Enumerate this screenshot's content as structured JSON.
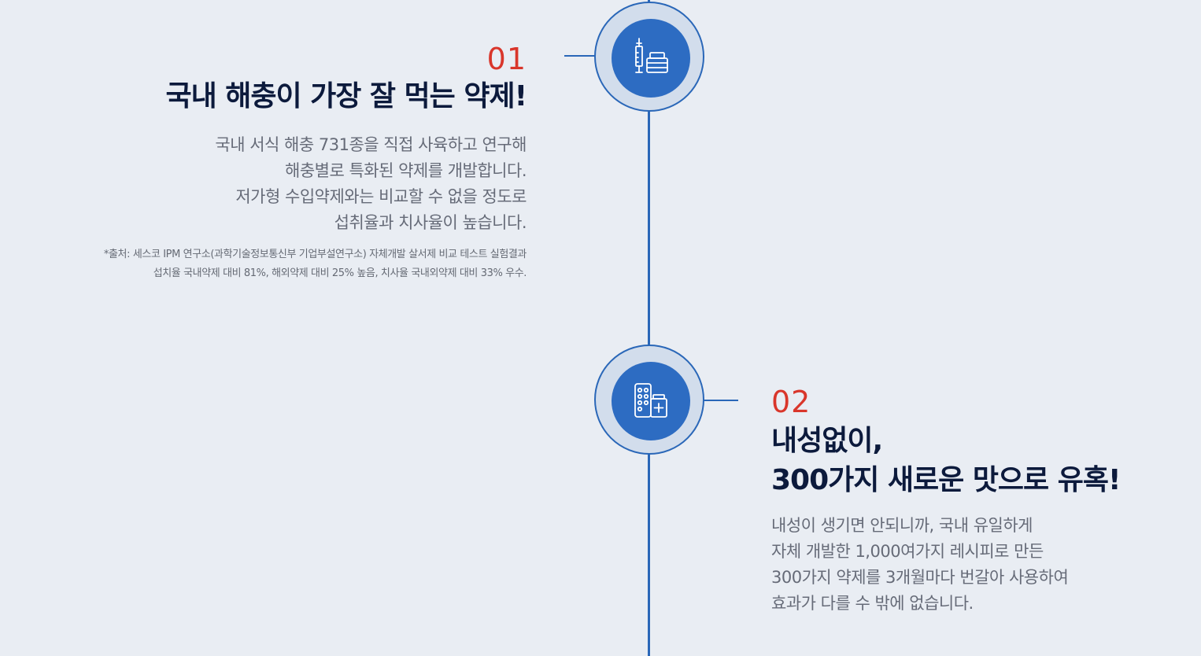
{
  "colors": {
    "background": "#e9edf3",
    "accent_blue": "#2d6cc2",
    "accent_red": "#d9362b",
    "heading": "#0c1a3c",
    "body_text": "#666b78"
  },
  "items": [
    {
      "icon": "syringe-and-medicine-jar-icon",
      "number": "01",
      "heading": "국내 해충이 가장 잘 먹는 약제!",
      "description": "국내 서식 해충 731종을 직접 사육하고 연구해\n해충별로 특화된 약제를 개발합니다.\n저가형 수입약제와는 비교할 수 없을 정도로\n섭취율과 치사율이 높습니다.",
      "source": "*출처: 세스코 IPM 연구소(과학기술정보통신부 기업부설연구소) 자체개발 살서제 비교 테스트 실험결과\n섭치율 국내약제 대비 81%, 해외약제 대비 25% 높음, 치사율 국내외약제 대비 33% 우수."
    },
    {
      "icon": "pill-pack-and-medicine-bottle-icon",
      "number": "02",
      "heading": "내성없이,\n300가지 새로운 맛으로 유혹!",
      "description": "내성이 생기면 안되니까, 국내 유일하게\n자체 개발한 1,000여가지 레시피로 만든\n300가지 약제를 3개월마다 번갈아 사용하여\n효과가 다를 수 밖에 없습니다."
    }
  ]
}
